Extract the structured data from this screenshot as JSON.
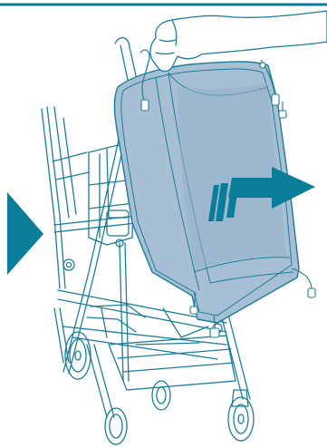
{
  "illustration": {
    "kind": "stroller-cover-removal",
    "icons": [
      "step-indicator-arrow",
      "direction-arrow",
      "stroller",
      "seat-cover",
      "hand"
    ]
  },
  "colors": {
    "accent": "#0a7d98",
    "line": "#1b7d97",
    "cover_fill": "#a6bfd4",
    "cover_shade": "#93b0c9",
    "background": "#ffffff"
  }
}
